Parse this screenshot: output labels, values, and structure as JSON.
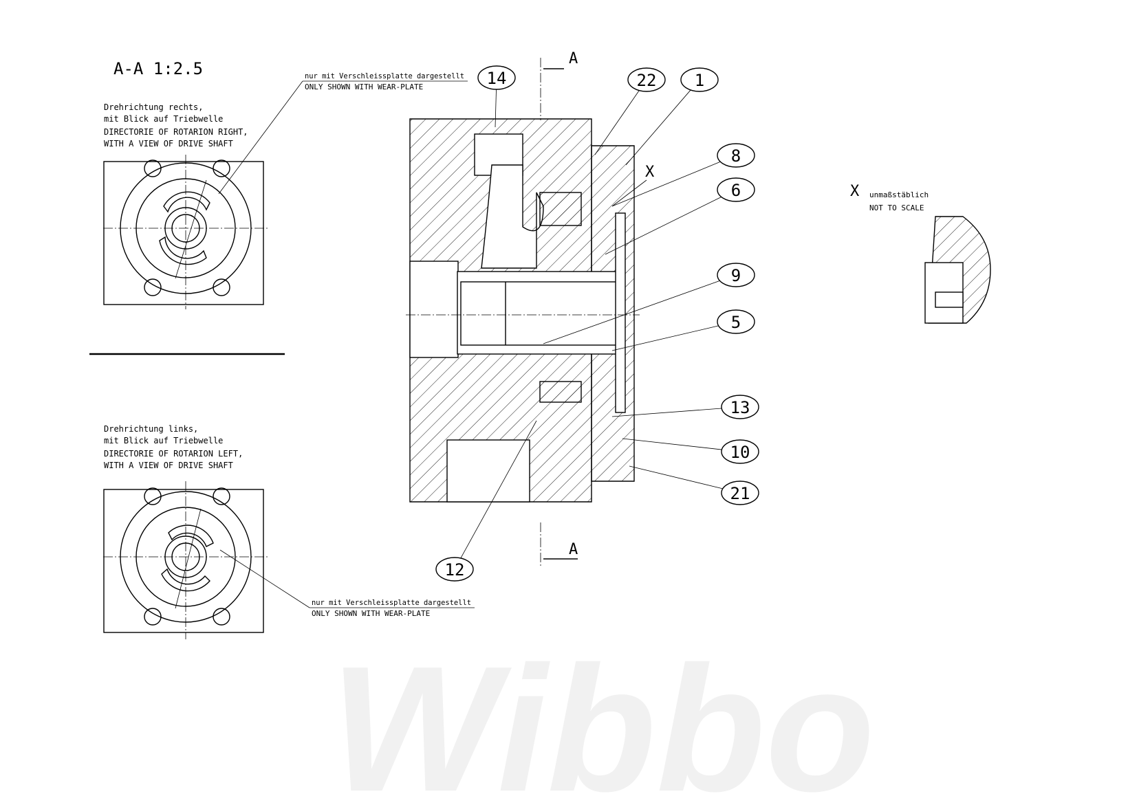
{
  "watermark": "Wibbo",
  "section_title": "A-A 1:2.5",
  "section_marker": "A",
  "right_rotation": {
    "de_line1": "Drehrichtung rechts,",
    "de_line2": "mit Blick auf Triebwelle",
    "en_line1": "DIRECTORIE OF ROTARION RIGHT,",
    "en_line2": "WITH A VIEW OF DRIVE SHAFT"
  },
  "left_rotation": {
    "de_line1": "Drehrichtung links,",
    "de_line2": "mit Blick auf Triebwelle",
    "en_line1": "DIRECTORIE OF ROTARION LEFT,",
    "en_line2": "WITH A VIEW OF DRIVE SHAFT"
  },
  "wear_plate_note": {
    "de": "nur mit Verschleissplatte dargestellt",
    "en": "ONLY SHOWN WITH WEAR-PLATE"
  },
  "detail": {
    "label": "X",
    "de": "unmaßstäblich",
    "en": "NOT TO SCALE"
  },
  "detail_marker": "X",
  "balloons": [
    "14",
    "22",
    "1",
    "8",
    "6",
    "9",
    "5",
    "13",
    "10",
    "21",
    "12"
  ]
}
